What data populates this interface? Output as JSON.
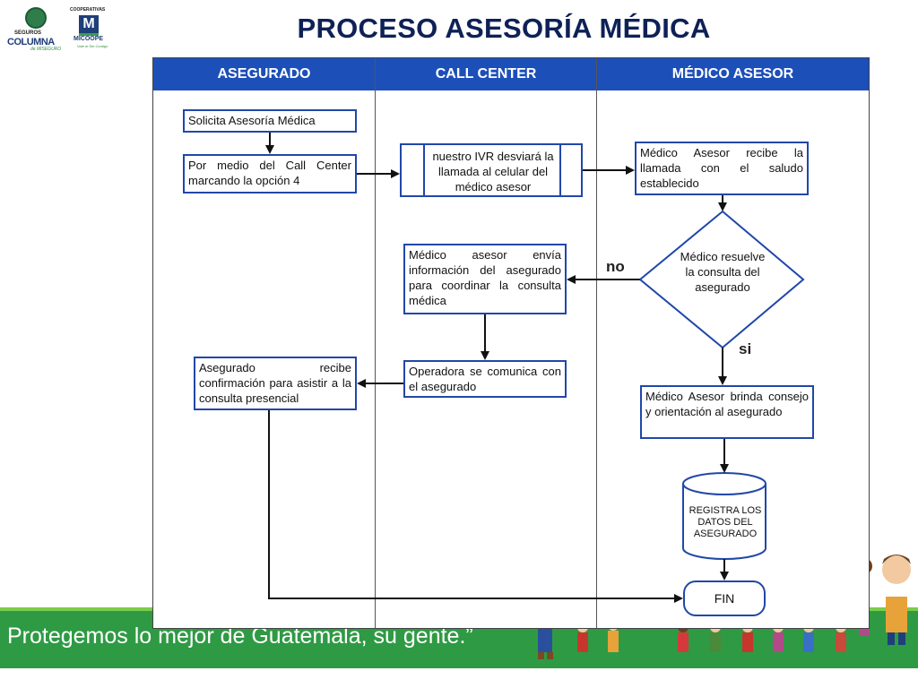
{
  "logos": {
    "columna": {
      "line1": "SEGUROS",
      "line2": "COLUMNA",
      "line3": "de MISEGURO"
    },
    "micoope": {
      "line1": "COOPERATIVAS",
      "mark": "M",
      "line2": "MICOOPE",
      "line3": "Vale el Ser Contigo"
    }
  },
  "title": "PROCESO ASESORÍA MÉDICA",
  "columns": [
    "ASEGURADO",
    "CALL CENTER",
    "MÉDICO ASESOR"
  ],
  "steps": {
    "solicita": "Solicita Asesoría Médica",
    "por_medio": "Por medio del Call Center marcando la opción 4",
    "ivr": "nuestro IVR desviará la llamada al celular del médico asesor",
    "medico_recibe": "Médico Asesor recibe la llamada con el saludo establecido",
    "decision": "Médico resuelve la consulta del asegurado",
    "envia_info": "Médico asesor envía información del asegurado para coordinar la consulta médica",
    "operadora": "Operadora se comunica con el asegurado",
    "asegurado_recibe": "Asegurado recibe confirmación para asistir a la consulta presencial",
    "brinda_consejo": "Médico Asesor brinda consejo y orientación al asegurado",
    "registra": "REGISTRA LOS DATOS DEL ASEGURADO",
    "fin": "FIN"
  },
  "decision_labels": {
    "no": "no",
    "si": "si"
  },
  "footer": "Protegemos lo mejor de Guatemala, su gente.”",
  "colors": {
    "header": "#1d4fb8",
    "box_border": "#2147a8",
    "title": "#0e2157",
    "footer": "#2f9a44"
  }
}
